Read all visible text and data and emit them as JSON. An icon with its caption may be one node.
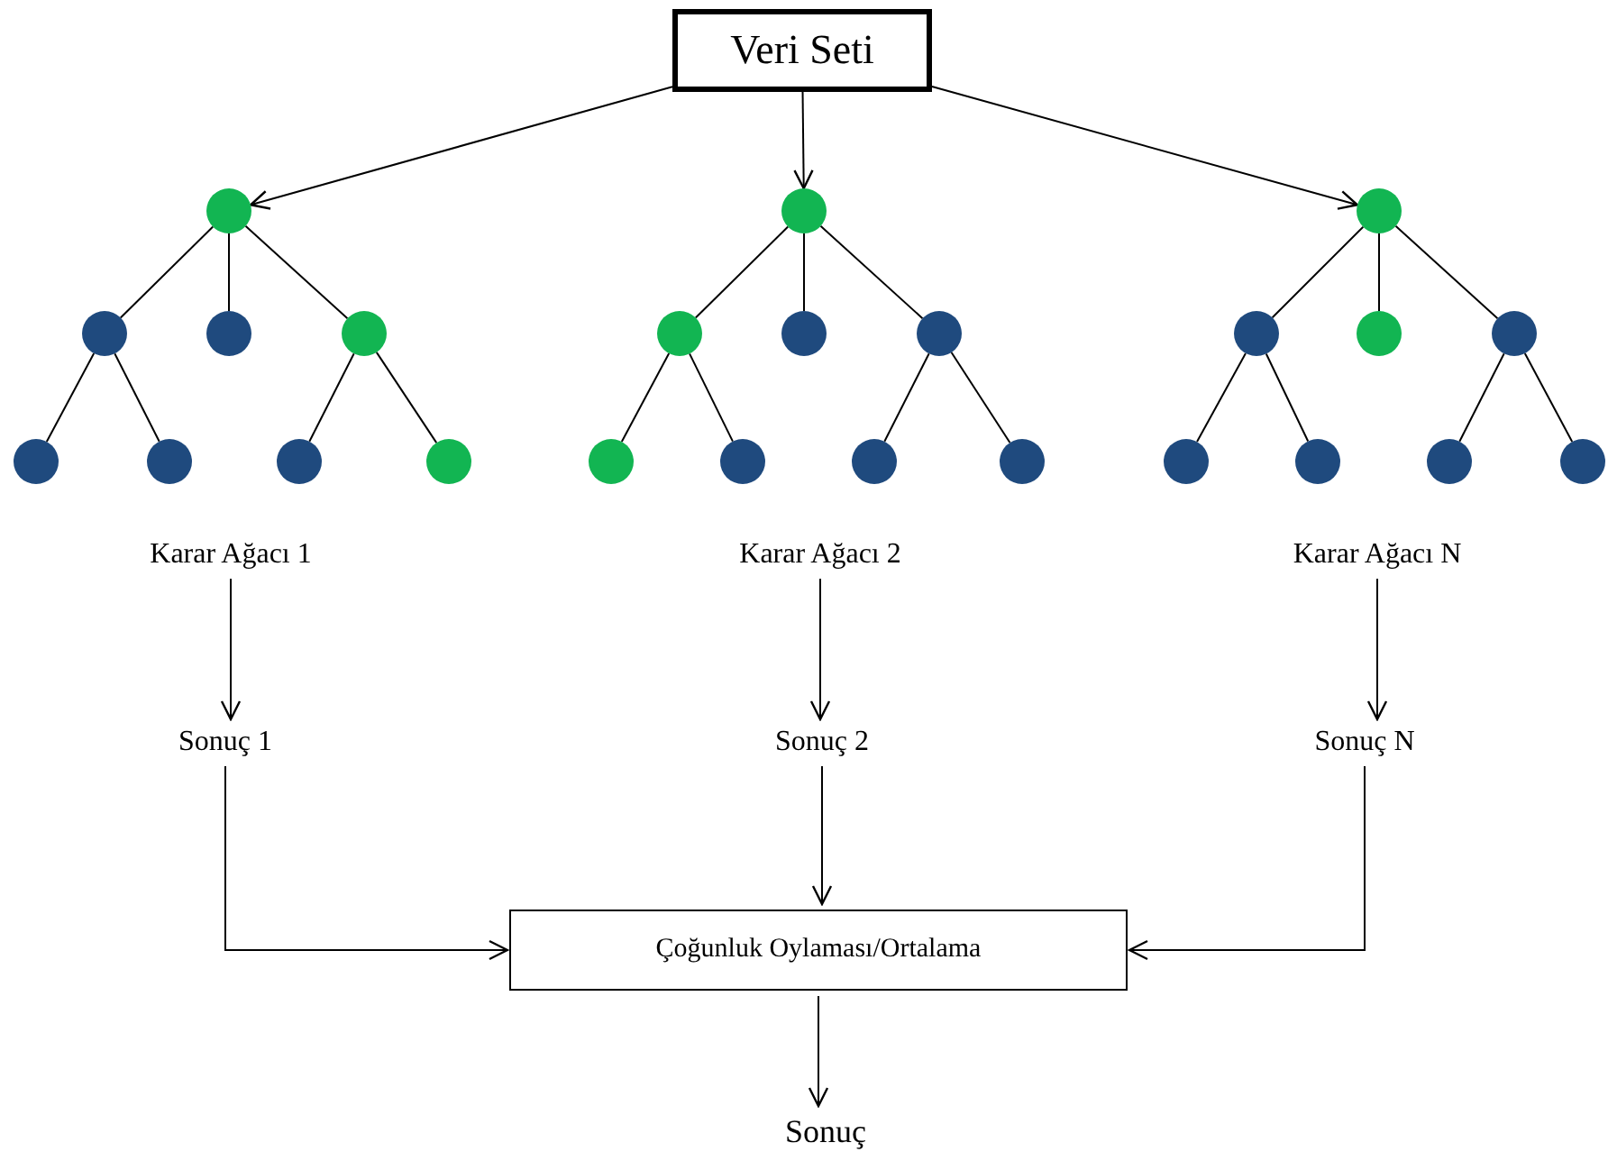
{
  "diagram": {
    "nodes": [
      {
        "text": [
          "Veri Seti"
        ]
      },
      {
        "text": [],
        "shape": "circle"
      },
      {
        "text": [],
        "shape": "circle"
      },
      {
        "text": [],
        "shape": "circle"
      },
      {
        "text": [],
        "shape": "circle"
      },
      {
        "text": [],
        "shape": "circle"
      },
      {
        "text": [],
        "shape": "circle"
      },
      {
        "text": [],
        "shape": "circle"
      },
      {
        "text": [],
        "shape": "circle"
      },
      {
        "text": [],
        "shape": "circle"
      },
      {
        "text": [],
        "shape": "circle"
      },
      {
        "text": [],
        "shape": "circle"
      },
      {
        "text": [],
        "shape": "circle"
      },
      {
        "text": [],
        "shape": "circle"
      },
      {
        "text": [],
        "shape": "circle"
      },
      {
        "text": [],
        "shape": "circle"
      },
      {
        "text": [],
        "shape": "circle"
      },
      {
        "text": [],
        "shape": "circle"
      },
      {
        "text": [],
        "shape": "circle"
      },
      {
        "text": [],
        "shape": "circle"
      },
      {
        "text": [],
        "shape": "circle"
      },
      {
        "text": [],
        "shape": "circle"
      },
      {
        "text": [],
        "shape": "circle"
      },
      {
        "text": [],
        "shape": "circle"
      },
      {
        "text": [],
        "shape": "circle"
      },
      {
        "text": [
          "Karar Ağacı 1"
        ]
      },
      {
        "text": [
          "Karar Ağacı 2"
        ]
      },
      {
        "text": [
          "Karar Ağacı N"
        ]
      },
      {
        "text": [
          "Sonuç 1"
        ]
      },
      {
        "text": [
          "Sonuç 2"
        ]
      },
      {
        "text": [
          "Sonuç N"
        ]
      },
      {
        "text": [
          "Çoğunluk Oylaması/Ortalama"
        ]
      },
      {
        "text": [
          "Sonuç"
        ]
      }
    ],
    "edges": [
      {
        "from": 0,
        "to": 1,
        "arrow": "to"
      },
      {
        "from": 0,
        "to": 9,
        "arrow": "to"
      },
      {
        "from": 0,
        "to": 17,
        "arrow": "to"
      },
      {
        "from": 1,
        "to": 2,
        "arrow": "none"
      },
      {
        "from": 1,
        "to": 3,
        "arrow": "none"
      },
      {
        "from": 1,
        "to": 4,
        "arrow": "none"
      },
      {
        "from": 2,
        "to": 5,
        "arrow": "none"
      },
      {
        "from": 2,
        "to": 6,
        "arrow": "none"
      },
      {
        "from": 4,
        "to": 7,
        "arrow": "none"
      },
      {
        "from": 4,
        "to": 8,
        "arrow": "none"
      },
      {
        "from": 9,
        "to": 10,
        "arrow": "none"
      },
      {
        "from": 9,
        "to": 11,
        "arrow": "none"
      },
      {
        "from": 9,
        "to": 12,
        "arrow": "none"
      },
      {
        "from": 10,
        "to": 13,
        "arrow": "none"
      },
      {
        "from": 10,
        "to": 14,
        "arrow": "none"
      },
      {
        "from": 12,
        "to": 15,
        "arrow": "none"
      },
      {
        "from": 12,
        "to": 16,
        "arrow": "none"
      },
      {
        "from": 17,
        "to": 18,
        "arrow": "none"
      },
      {
        "from": 17,
        "to": 19,
        "arrow": "none"
      },
      {
        "from": 17,
        "to": 20,
        "arrow": "none"
      },
      {
        "from": 18,
        "to": 21,
        "arrow": "none"
      },
      {
        "from": 18,
        "to": 22,
        "arrow": "none"
      },
      {
        "from": 20,
        "to": 23,
        "arrow": "none"
      },
      {
        "from": 20,
        "to": 24,
        "arrow": "none"
      },
      {
        "from": 25,
        "to": 28,
        "arrow": "to"
      },
      {
        "from": 26,
        "to": 29,
        "arrow": "to"
      },
      {
        "from": 27,
        "to": 30,
        "arrow": "to"
      },
      {
        "from": 28,
        "to": 31,
        "arrow": "to"
      },
      {
        "from": 29,
        "to": 31,
        "arrow": "to"
      },
      {
        "from": 30,
        "to": 31,
        "arrow": "to"
      },
      {
        "from": 31,
        "to": 32,
        "arrow": "to"
      }
    ]
  }
}
